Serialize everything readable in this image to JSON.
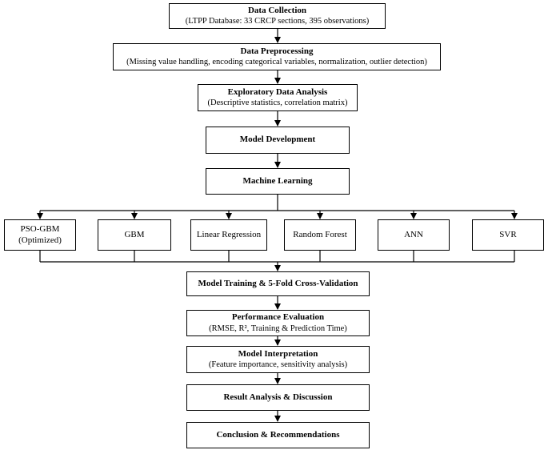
{
  "data_collection": {
    "title": "Data Collection",
    "subtitle": "(LTPP Database: 33 CRCP sections, 395 observations)"
  },
  "data_preprocessing": {
    "title": "Data Preprocessing",
    "subtitle": "(Missing value handling, encoding categorical variables, normalization, outlier detection)"
  },
  "eda": {
    "title": "Exploratory Data Analysis",
    "subtitle": "(Descriptive statistics, correlation matrix)"
  },
  "model_development": {
    "title": "Model Development"
  },
  "machine_learning": {
    "title": "Machine Learning"
  },
  "models": [
    {
      "line1": "PSO-GBM",
      "line2": "(Optimized)"
    },
    {
      "line1": "GBM",
      "line2": ""
    },
    {
      "line1": "Linear Regression",
      "line2": ""
    },
    {
      "line1": "Random Forest",
      "line2": ""
    },
    {
      "line1": "ANN",
      "line2": ""
    },
    {
      "line1": "SVR",
      "line2": ""
    }
  ],
  "training": {
    "title": "Model Training & 5-Fold Cross-Validation"
  },
  "performance": {
    "title": "Performance Evaluation",
    "subtitle": "(RMSE, R², Training & Prediction Time)"
  },
  "interpretation": {
    "title": "Model Interpretation",
    "subtitle": "(Feature importance, sensitivity analysis)"
  },
  "result_analysis": {
    "title": "Result Analysis & Discussion"
  },
  "conclusion": {
    "title": "Conclusion & Recommendations"
  }
}
